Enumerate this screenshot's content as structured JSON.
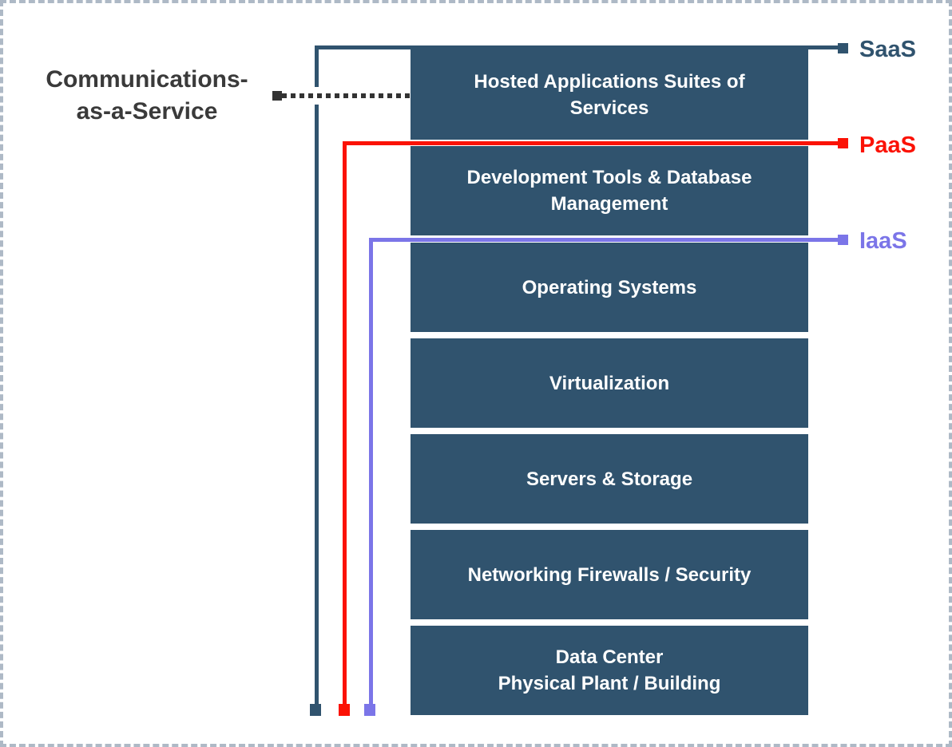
{
  "page": {
    "border_color": "#aeb9c6",
    "background_color": "#ffffff"
  },
  "caas": {
    "label_lines": [
      "Communications-",
      "as-a-Service"
    ],
    "text_color": "#3a3a3a",
    "connector_color": "#333333",
    "connector_style": "dotted"
  },
  "stack": {
    "box_color": "#30536e",
    "text_color": "#ffffff",
    "boxes": [
      {
        "id": "hosted-applications",
        "lines": [
          "Hosted Applications Suites of",
          "Services"
        ]
      },
      {
        "id": "development-tools",
        "lines": [
          "Development Tools & Database",
          "Management"
        ]
      },
      {
        "id": "operating-systems",
        "lines": [
          "Operating Systems"
        ]
      },
      {
        "id": "virtualization",
        "lines": [
          "Virtualization"
        ]
      },
      {
        "id": "servers-storage",
        "lines": [
          "Servers & Storage"
        ]
      },
      {
        "id": "networking-firewalls",
        "lines": [
          "Networking Firewalls / Security"
        ]
      },
      {
        "id": "data-center",
        "lines": [
          "Data Center",
          "Physical Plant / Building"
        ]
      }
    ]
  },
  "brackets": [
    {
      "label": "SaaS",
      "color": "#30536e",
      "covers": [
        "hosted-applications"
      ]
    },
    {
      "label": "PaaS",
      "color": "#fb1205",
      "covers": [
        "development-tools"
      ]
    },
    {
      "label": "IaaS",
      "color": "#7b75e8",
      "covers": [
        "operating-systems",
        "virtualization",
        "servers-storage",
        "networking-firewalls",
        "data-center"
      ]
    }
  ]
}
